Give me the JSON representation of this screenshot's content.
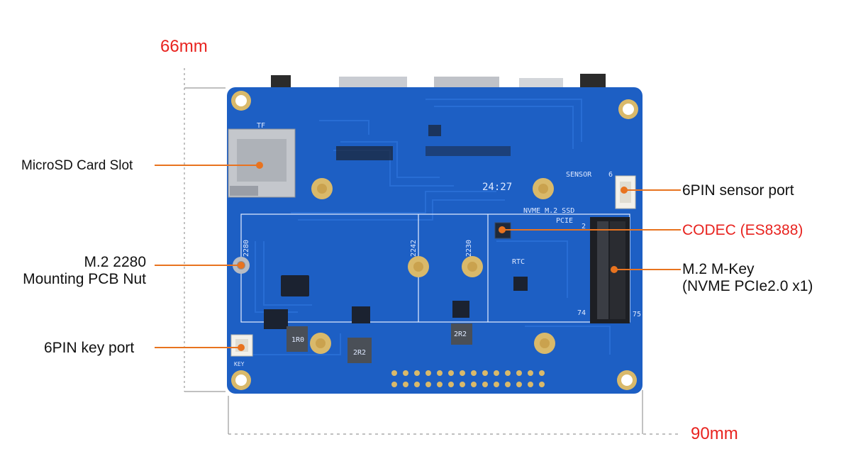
{
  "dimensions": {
    "height_label": "66mm",
    "width_label": "90mm"
  },
  "callouts": {
    "microsd": "MicroSD Card Slot",
    "m2_nut_line1": "M.2 2280",
    "m2_nut_line2": "Mounting PCB Nut",
    "key_port": "6PIN key port",
    "sensor_port": "6PIN sensor port",
    "codec": "CODEC (ES8388)",
    "mkey_line1": "M.2 M-Key",
    "mkey_line2": "(NVME PCIe2.0 x1)"
  },
  "silkscreen": {
    "tf": "TF",
    "sensor": "SENSOR",
    "sensor_pin": "6",
    "nvme": "NVME M.2 SSD",
    "pcie": "PCIE",
    "rtc": "RTC",
    "len_2280": "2280",
    "len_2242": "2242",
    "len_2230": "2230",
    "date_code": "24:27",
    "pin_2": "2",
    "pin_74": "74",
    "pin_75": "75",
    "inductor_1": "1R0",
    "inductor_2": "2R2",
    "inductor_3": "2R2",
    "key": "KEY"
  },
  "colors": {
    "callout_red": "#e8231f",
    "leader_orange": "#e8731f",
    "pcb_blue": "#1d5fc4",
    "trace_blue": "#2a6fd6",
    "gold": "#d9b96a"
  }
}
